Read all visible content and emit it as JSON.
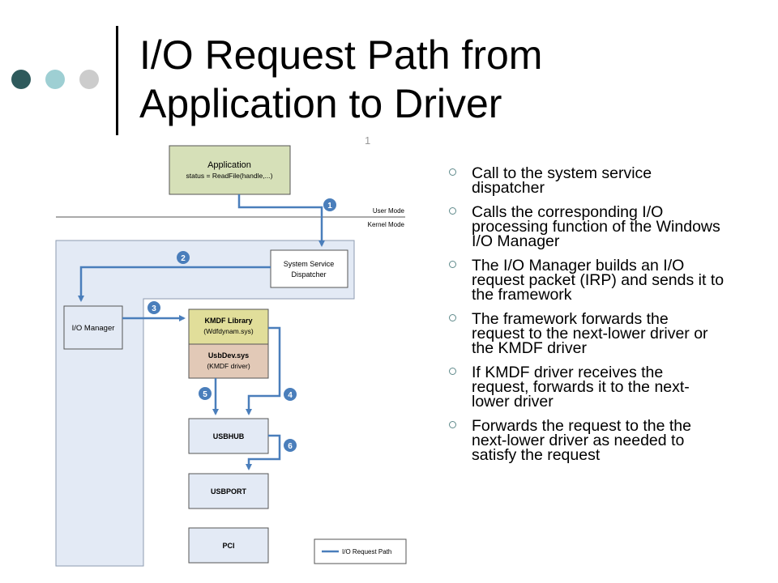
{
  "title": {
    "line1": "I/O Request Path from",
    "line2": "Application to Driver"
  },
  "slide_number": "1",
  "colors": {
    "dot1": "#2e5a5c",
    "dot2": "#9ecfd3",
    "dot3": "#cccccc",
    "arrow": "#4a7ebb",
    "kernel_fill": "#e3eaf5",
    "app_fill": "#d6e0b8",
    "kmdf_fill": "#e1de9a",
    "usbdev_fill": "#e2c9b7"
  },
  "diagram": {
    "application": {
      "label": "Application",
      "sublabel": "status = ReadFile(handle,...)"
    },
    "user_mode_label": "User Mode",
    "kernel_mode_label": "Kernel Mode",
    "dispatcher": {
      "line1": "System Service",
      "line2": "Dispatcher"
    },
    "io_manager": "I/O Manager",
    "kmdf_library": {
      "line1": "KMDF Library",
      "line2": "(Wdfdynam.sys)"
    },
    "usbdev": {
      "line1": "UsbDev.sys",
      "line2": "(KMDF driver)"
    },
    "usbhub": "USBHUB",
    "usbport": "USBPORT",
    "pci": "PCI",
    "step_badges": [
      "1",
      "2",
      "3",
      "4",
      "5",
      "6"
    ],
    "legend_label": "I/O Request Path"
  },
  "bullets": [
    "Call to the system service dispatcher",
    "Calls the corresponding I/O processing function of the Windows I/O Manager",
    "The I/O Manager builds an I/O request packet (IRP) and sends it to the framework",
    "The framework forwards the request to the next-lower driver or the KMDF driver",
    "If KMDF driver receives the request, forwards it to the next-lower driver",
    "Forwards the request to the the next-lower driver as needed to satisfy the request"
  ]
}
